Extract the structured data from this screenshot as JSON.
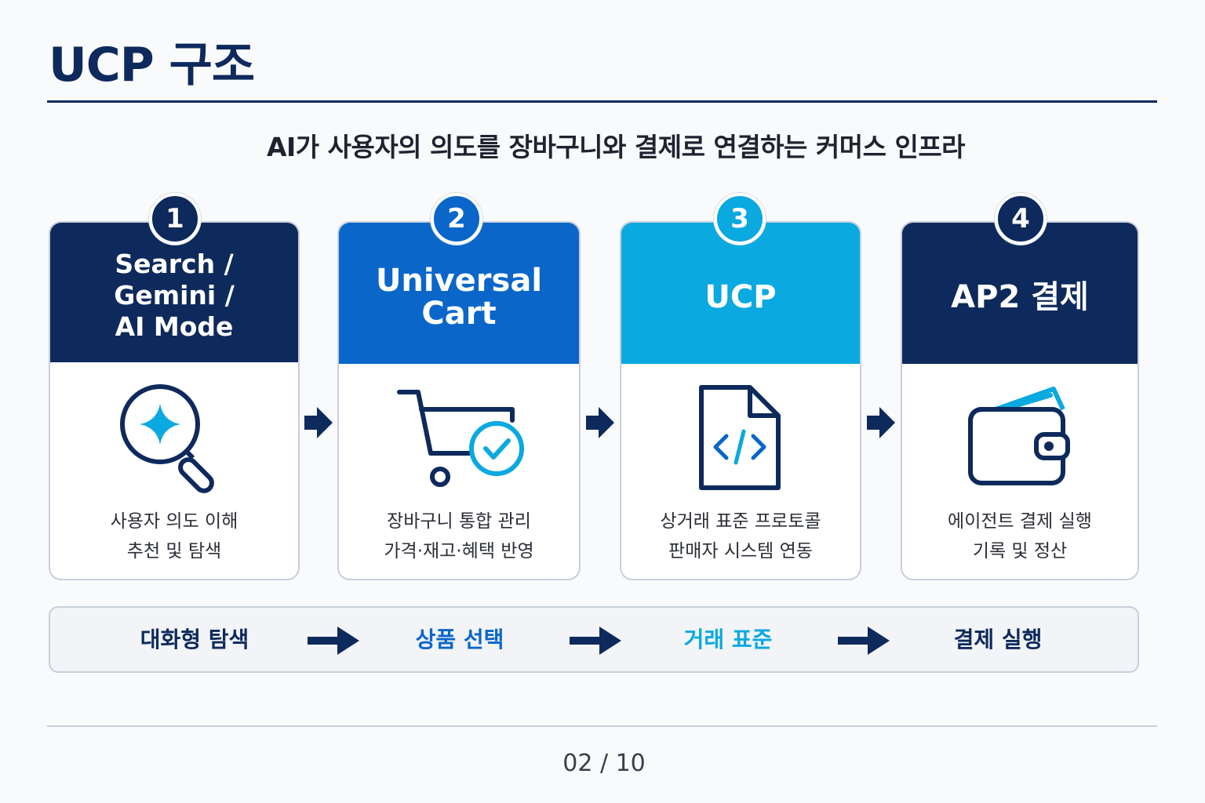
{
  "title": "UCP 구조",
  "subtitle": "AI가 사용자의 의도를 장바구니와 결제로 연결하는 커머스 인프라",
  "steps": [
    {
      "number": "1",
      "title_lines": [
        "Search /",
        "Gemini /",
        "AI Mode"
      ],
      "icon": "magnifier-sparkle-icon",
      "desc_lines": [
        "사용자 의도 이해",
        "추천 및 탐색"
      ],
      "color": "#0e2a5c"
    },
    {
      "number": "2",
      "title_lines": [
        "Universal",
        "Cart"
      ],
      "icon": "cart-check-icon",
      "desc_lines": [
        "장바구니 통합 관리",
        "가격·재고·혜택 반영"
      ],
      "color": "#0a66c9"
    },
    {
      "number": "3",
      "title_lines": [
        "UCP"
      ],
      "icon": "code-document-icon",
      "desc_lines": [
        "상거래 표준 프로토콜",
        "판매자 시스템 연동"
      ],
      "color": "#0aa9df"
    },
    {
      "number": "4",
      "title_lines": [
        "AP2 결제"
      ],
      "icon": "wallet-icon",
      "desc_lines": [
        "에이전트 결제 실행",
        "기록 및 정산"
      ],
      "color": "#0e2a5c"
    }
  ],
  "flow": [
    {
      "label": "대화형 탐색",
      "color": "#0e2a5c"
    },
    {
      "label": "상품 선택",
      "color": "#0a66c9"
    },
    {
      "label": "거래 표준",
      "color": "#0aa9df"
    },
    {
      "label": "결제 실행",
      "color": "#0e2a5c"
    }
  ],
  "page_number": "02 / 10"
}
